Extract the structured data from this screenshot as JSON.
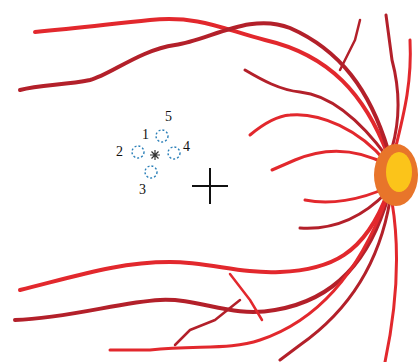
{
  "diagram": {
    "labels": [
      "5",
      "1",
      "2",
      "4",
      "3"
    ]
  }
}
